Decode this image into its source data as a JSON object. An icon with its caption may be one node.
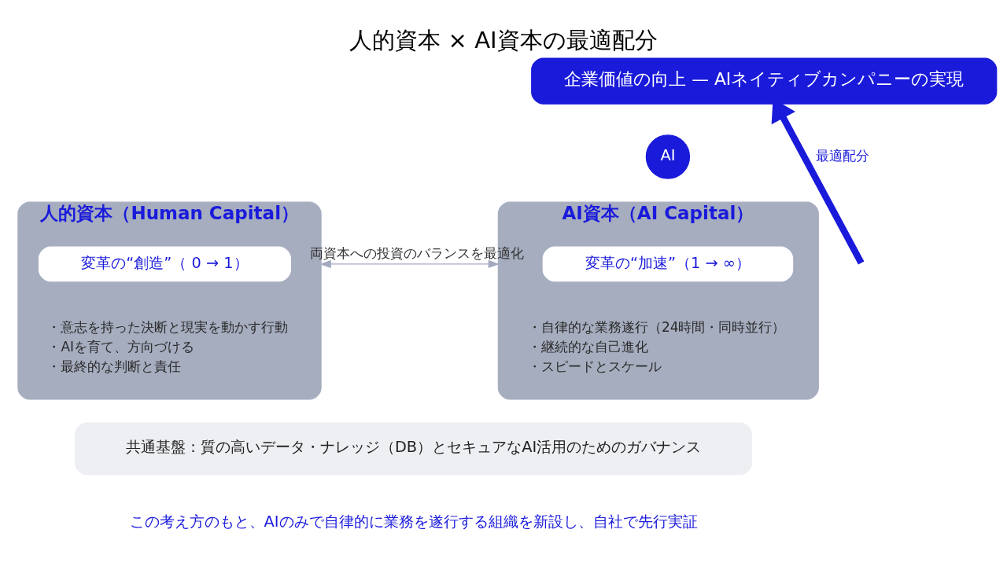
{
  "diagram": {
    "title": "人的資本 × AI資本の最適配分",
    "caption": "この考え方のもと、AIのみで自律的に業務を遂行する組織を新設し、自社で先行実証",
    "nodes": [
      {
        "text": [
          "企業価値の向上 — AIネイティブカンパニーの実現"
        ]
      },
      {
        "text": [
          "人的資本（Human Capital）",
          "・意志を持った決断と現実を動かす行動",
          "・AIを育て、方向づける",
          "・最終的な判断と責任"
        ]
      },
      {
        "text": [
          "変革の“創造”（ 0 → 1）"
        ],
        "in": 1
      },
      {
        "text": [
          "AI資本（AI Capital）",
          "・自律的な業務遂行（24時間・同時並行）",
          "・継続的な自己進化",
          "・スピードとスケール"
        ]
      },
      {
        "text": [
          "変革の“加速”（1 → ∞）"
        ],
        "in": 3
      },
      {
        "text": [
          "AI"
        ]
      },
      {
        "text": [
          "共通基盤：質の高いデータ・ナレッジ（DB）とセキュアなAI活用のためのガバナンス"
        ]
      }
    ],
    "edges": [
      {
        "from": null,
        "to": 0,
        "arrow": "to",
        "label": "最適配分",
        "style": "thick"
      },
      {
        "from": 1,
        "to": 3,
        "arrow": "both",
        "label": "両資本への投資のバランスを最適化",
        "color": "#a3aac0"
      }
    ]
  }
}
